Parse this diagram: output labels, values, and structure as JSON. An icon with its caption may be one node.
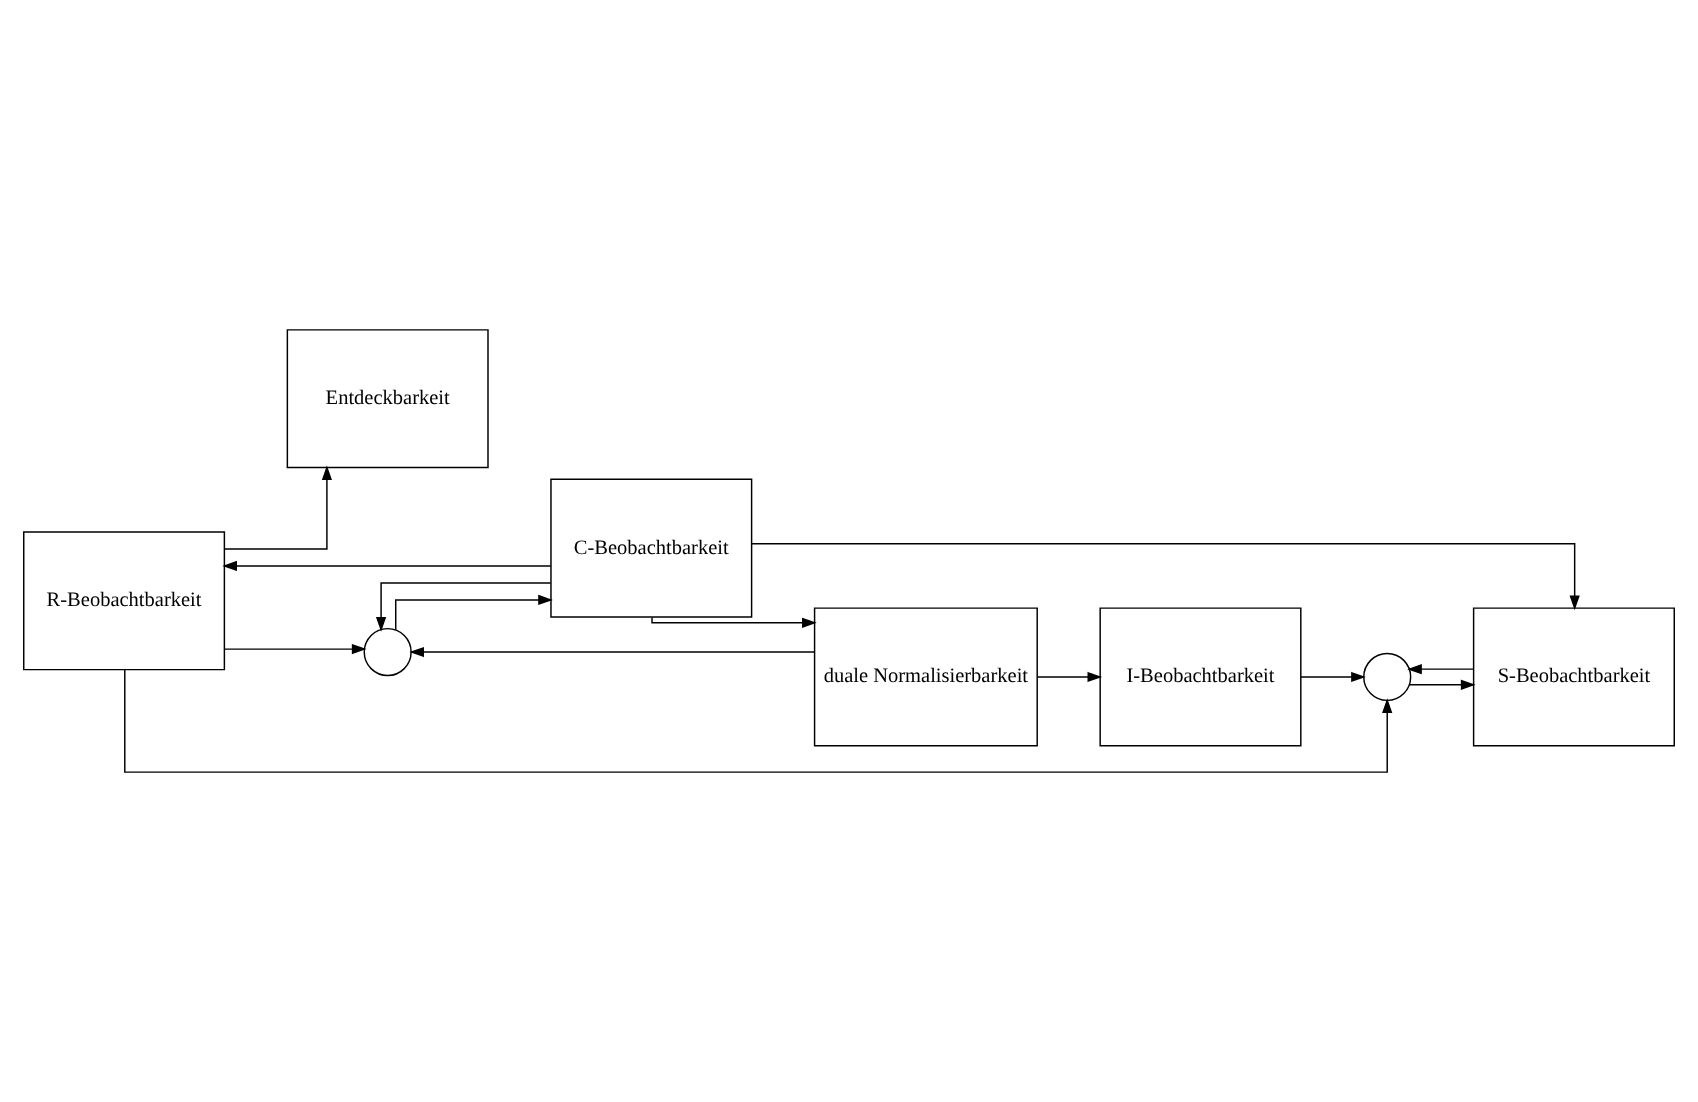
{
  "diagram": {
    "nodes": [
      {
        "text": [
          "R-Beobachtbarkeit"
        ]
      },
      {
        "text": [
          "Entdeckbarkeit"
        ]
      },
      {
        "text": [
          "C-Beobachtbarkeit"
        ]
      },
      {
        "text": [],
        "shape": "circle"
      },
      {
        "text": [],
        "shape": "circle"
      },
      {
        "text": [
          "S-Beobachtbarkeit"
        ]
      },
      {
        "text": [
          "duale Normalisierbarkeit"
        ]
      },
      {
        "text": [
          "I-Beobachtbarkeit"
        ]
      }
    ],
    "edges": [
      {
        "from": 2,
        "to": 0,
        "arrow": "to"
      },
      {
        "from": 0,
        "to": 1,
        "arrow": "to"
      },
      {
        "from": 2,
        "to": 5,
        "arrow": "to"
      },
      {
        "from": 0,
        "to": 3,
        "arrow": "to"
      },
      {
        "from": 0,
        "to": 4,
        "arrow": "to"
      },
      {
        "from": 3,
        "to": 2,
        "arrow": "to"
      },
      {
        "from": 2,
        "to": 3,
        "arrow": "to"
      },
      {
        "from": 5,
        "to": 4,
        "arrow": "to"
      },
      {
        "from": 4,
        "to": 5,
        "arrow": "to"
      },
      {
        "from": 6,
        "to": 3,
        "arrow": "to"
      },
      {
        "from": 7,
        "to": 4,
        "arrow": "to"
      },
      {
        "from": 2,
        "to": 6,
        "arrow": "to"
      },
      {
        "from": 6,
        "to": 7,
        "arrow": "to"
      }
    ]
  }
}
